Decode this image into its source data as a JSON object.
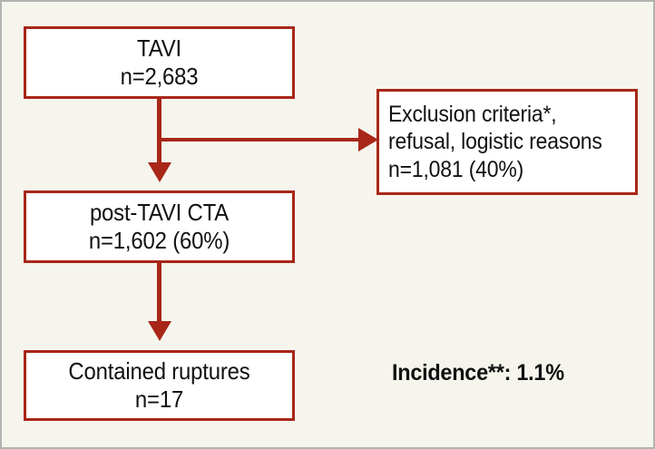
{
  "figure": {
    "kind": "flowchart",
    "background_color": "#f6f5ed",
    "accent_color": "#a82718",
    "frame_color": "#b2b2b2",
    "box_fill": "#ffffff",
    "text_color": "#111111"
  },
  "nodes": {
    "tavi": {
      "id": "tavi",
      "line1": "TAVI",
      "line2": "n=2,683",
      "align": "center"
    },
    "exclusion": {
      "id": "exclusion",
      "line1": "Exclusion criteria*,",
      "line2": "refusal, logistic reasons",
      "line3": "n=1,081 (40%)",
      "align": "left"
    },
    "cta": {
      "id": "cta",
      "line1": "post-TAVI CTA",
      "line2": "n=1,602 (60%)",
      "align": "center"
    },
    "ruptures": {
      "id": "ruptures",
      "line1": "Contained ruptures",
      "line2": "n=17",
      "align": "center"
    }
  },
  "connectors": [
    {
      "name": "tavi-to-cta",
      "type": "arrow-down"
    },
    {
      "name": "tavi-to-exclusion",
      "type": "arrow-right"
    },
    {
      "name": "cta-to-ruptures",
      "type": "arrow-down"
    }
  ],
  "annotations": {
    "incidence": "Incidence**: 1.1%"
  }
}
